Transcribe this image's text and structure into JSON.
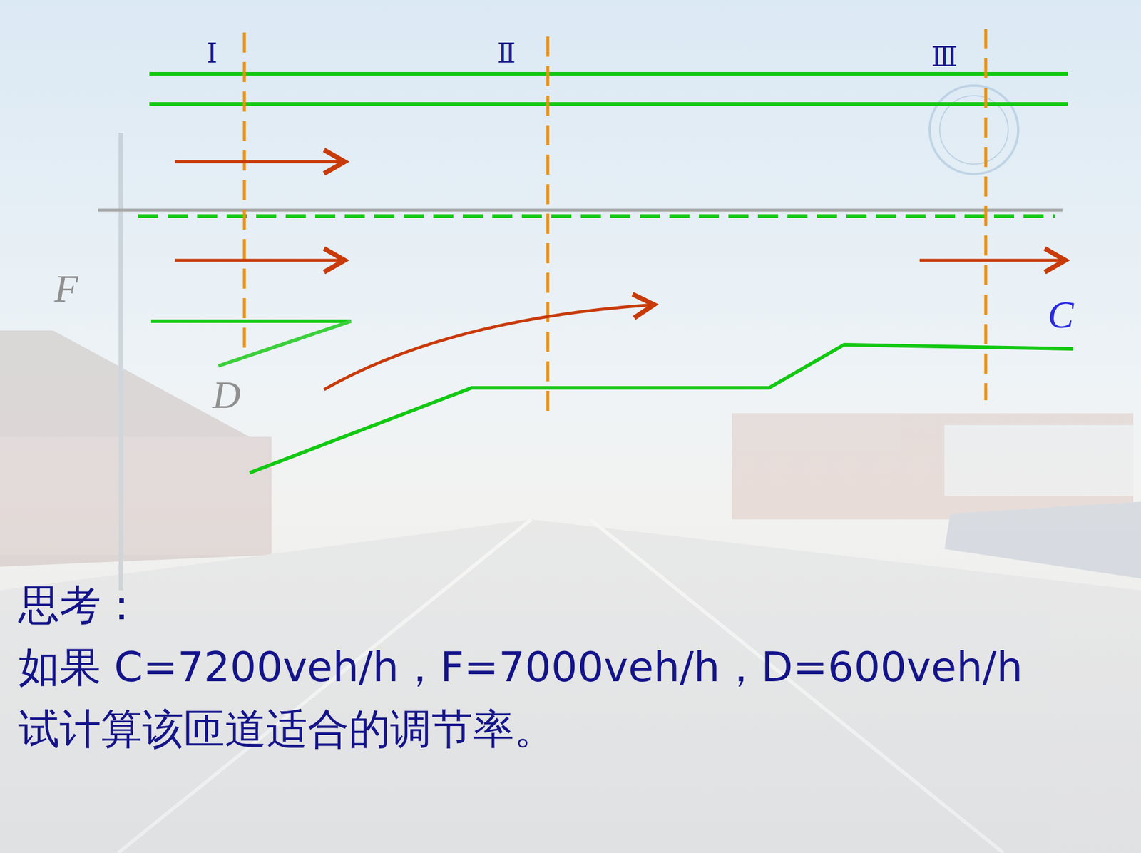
{
  "diagram": {
    "labels": [
      "Ⅰ",
      "Ⅱ",
      "Ⅲ",
      "F",
      "D",
      "C",
      "思考：",
      "如果 C=7200veh/h，F=7000veh/h，D=600veh/h",
      "试计算该匝道适合的调节率。"
    ]
  }
}
